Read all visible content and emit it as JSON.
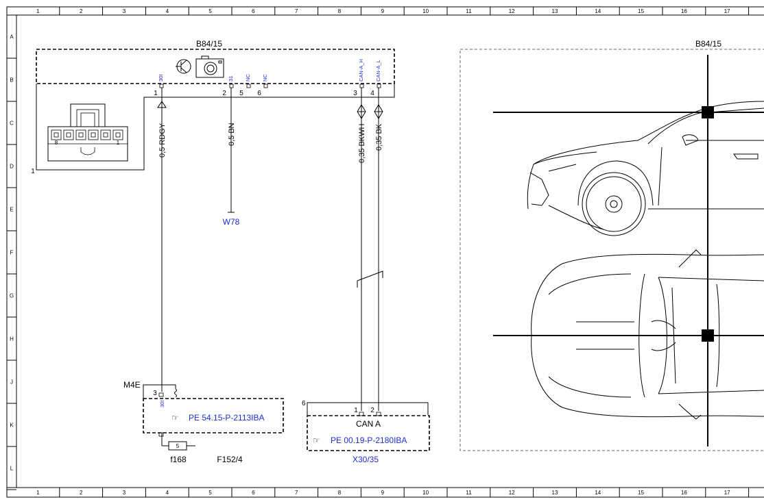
{
  "grid": {
    "columns": [
      "1",
      "2",
      "3",
      "4",
      "5",
      "6",
      "7",
      "8",
      "9",
      "10",
      "11",
      "12",
      "13",
      "14",
      "15",
      "16",
      "17"
    ],
    "rows": [
      "A",
      "B",
      "C",
      "D",
      "E",
      "F",
      "G",
      "H",
      "J",
      "K",
      "L"
    ]
  },
  "components": {
    "main_block": "B84/15",
    "connector_index": "1",
    "photo_block": "B84/15",
    "ground": "W78",
    "m4e": "M4E",
    "f168": "f168",
    "f152": "F152/4",
    "fuse_number": "5",
    "can_box_index": "6",
    "can_label": "CAN A",
    "x30": "X30/35"
  },
  "pins_top": [
    {
      "num": "1",
      "name": "30I"
    },
    {
      "num": "2",
      "name": "31"
    },
    {
      "num": "5",
      "name": "NC"
    },
    {
      "num": "6",
      "name": "NC"
    },
    {
      "num": "3",
      "name": "CAN-A_H"
    },
    {
      "num": "4",
      "name": "CAN-A_L"
    }
  ],
  "connector_pins": {
    "left": "8",
    "right": "1"
  },
  "wires": [
    {
      "label": "0,5 RDGY"
    },
    {
      "label": "0,5 BN"
    },
    {
      "label": "0,35 BKWH"
    },
    {
      "label": "0,35 BK"
    }
  ],
  "m4e_pin": {
    "num": "3",
    "name": "30I"
  },
  "can_pins": [
    "1",
    "2"
  ],
  "refs": {
    "m4e_ref": "PE 54.15-P-2113IBA",
    "can_ref": "PE 00.19-P-2180IBA"
  }
}
